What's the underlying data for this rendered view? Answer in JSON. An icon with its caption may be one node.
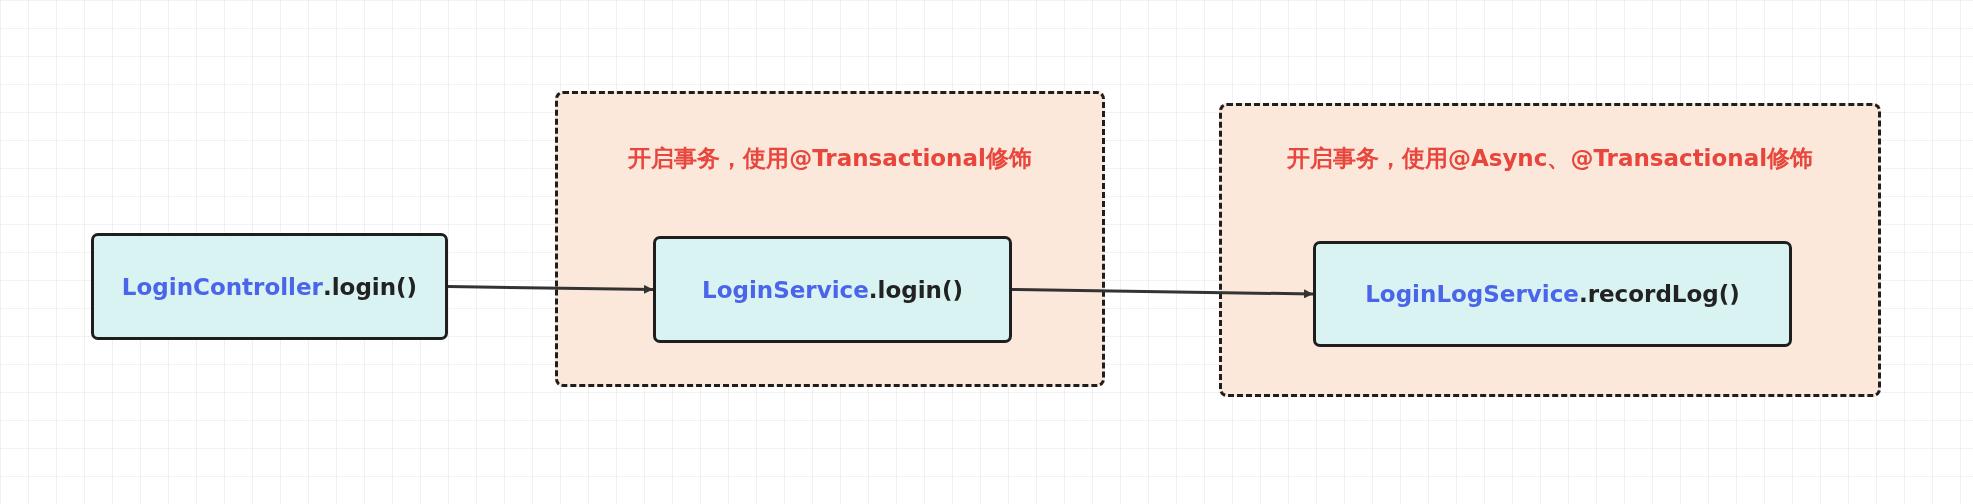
{
  "diagram": {
    "nodes": [
      {
        "text": [
          "LoginController",
          ".login()"
        ]
      },
      {
        "text": [
          "开启事务，使用@Transactional修饰"
        ]
      },
      {
        "text": [
          "LoginService",
          ".login()"
        ],
        "in": 1
      },
      {
        "text": [
          "开启事务，使用@Async、@Transactional修饰"
        ]
      },
      {
        "text": [
          "LoginLogService",
          ".recordLog()"
        ],
        "in": 3
      }
    ],
    "edges": [
      {
        "from": 0,
        "to": 2,
        "arrow": "to"
      },
      {
        "from": 2,
        "to": 4,
        "arrow": "to"
      }
    ]
  }
}
